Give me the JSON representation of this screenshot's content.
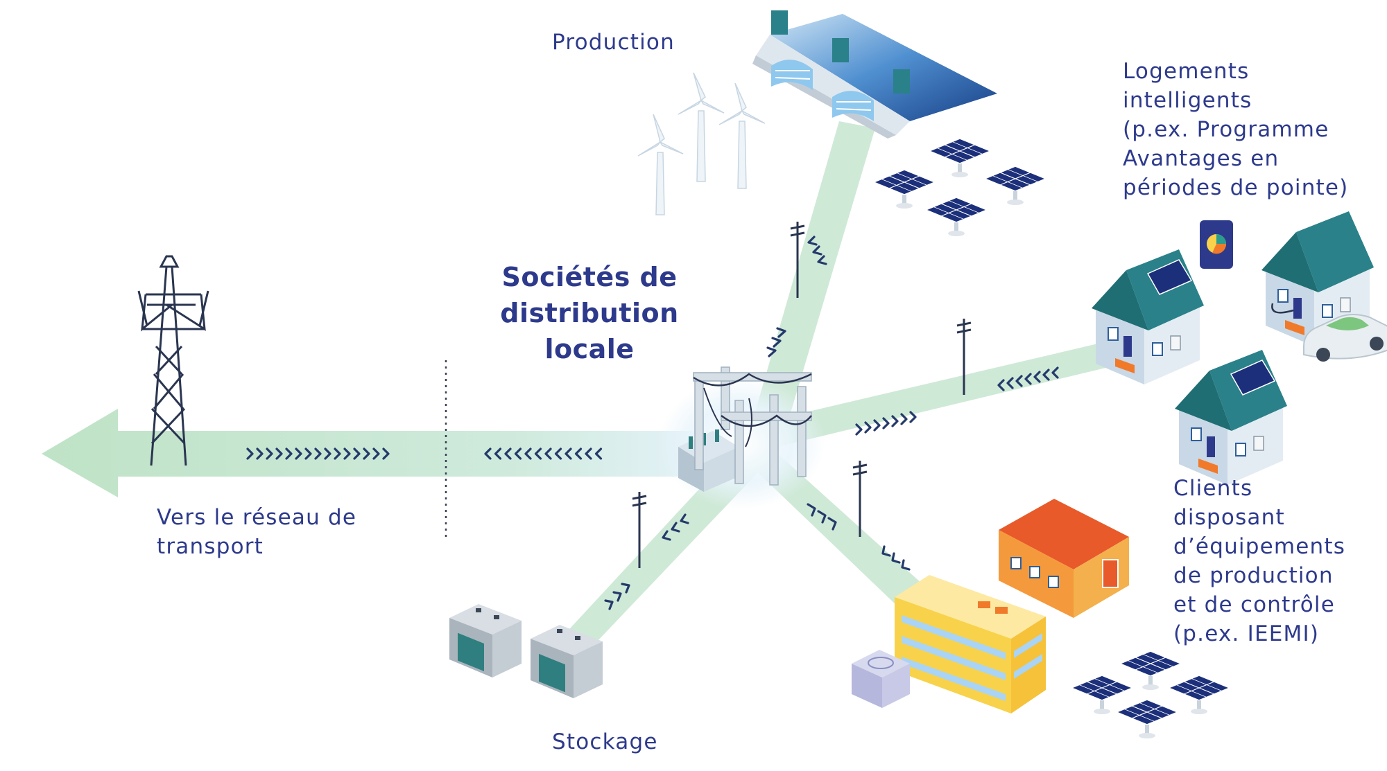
{
  "labels": {
    "production": "Production",
    "homes": [
      "Logements",
      "intelligents",
      "(p.ex. Programme",
      "Avantages en",
      "périodes de pointe)"
    ],
    "center": [
      "Sociétés de",
      "distribution",
      "locale"
    ],
    "transport": [
      "Vers le réseau de",
      "transport"
    ],
    "clients": [
      "Clients",
      "disposant",
      "d’équipements",
      "de production",
      "et de contrôle",
      "(p.ex. IEEMI)"
    ],
    "storage": "Stockage"
  },
  "colors": {
    "text": "#2d3a8c",
    "flow": "#cfe8d4",
    "flow_dark": "#b7dcc0",
    "chevron": "#243a6b",
    "roof": "#1f6e74",
    "house_wall": "#dfe7ef",
    "solar": "#1c2f7a",
    "water": "#2a5fa8",
    "orange": "#f07a2a",
    "yellow": "#f8d24a",
    "battery": "#2f7f80"
  },
  "icons": [
    "transmission-tower-icon",
    "wind-turbine-icon",
    "hydro-dam-icon",
    "solar-panel-icon",
    "substation-icon",
    "utility-pole-icon",
    "smart-home-icon",
    "tablet-icon",
    "electric-car-icon",
    "battery-icon",
    "barn-icon",
    "office-building-icon",
    "hvac-unit-icon"
  ]
}
